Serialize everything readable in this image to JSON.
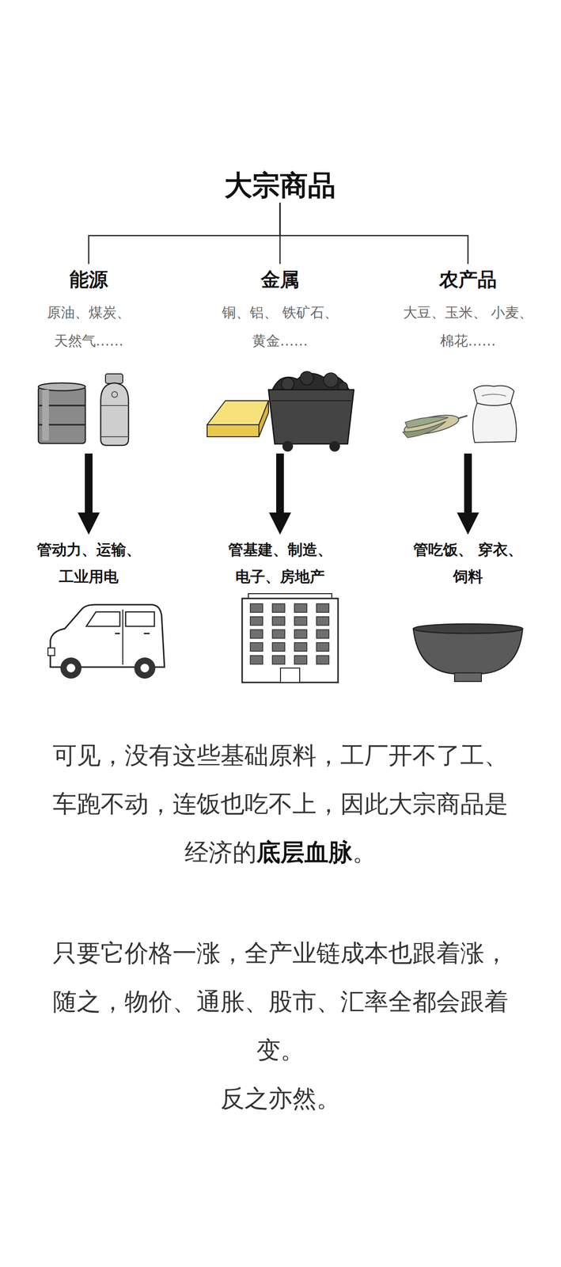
{
  "diagram": {
    "nodes": [
      {
        "text": [
          "大宗商品"
        ]
      },
      {
        "text": [
          "能源",
          "原油、煤炭、 天然气……"
        ]
      },
      {
        "text": [
          "金属",
          "铜、铝、 铁矿石、黄金……"
        ]
      },
      {
        "text": [
          "农产品",
          "大豆、玉米、 小麦、棉花……"
        ]
      },
      {
        "text": [
          "管动力、运输、 工业用电"
        ]
      },
      {
        "text": [
          "管基建、制造、 电子、房地产"
        ]
      },
      {
        "text": [
          "管吃饭、 穿衣、饲料"
        ]
      }
    ],
    "edges": [
      {
        "from": 0,
        "to": 1,
        "arrow": "none"
      },
      {
        "from": 0,
        "to": 2,
        "arrow": "none"
      },
      {
        "from": 0,
        "to": 3,
        "arrow": "none"
      },
      {
        "from": 1,
        "to": 4,
        "arrow": "to"
      },
      {
        "from": 2,
        "to": 5,
        "arrow": "to"
      },
      {
        "from": 3,
        "to": 6,
        "arrow": "to"
      }
    ],
    "labels": [
      "可见，没有这些基础原料，工厂开不了工、车跑不动，连饭也吃不上，因此大宗商品是经济的",
      "底层血脉",
      "。",
      "只要它价格一涨，全产业链成本也跟着涨，随之，物价、通胀、股市、汇率全都会跟着变。",
      "反之亦然。"
    ]
  }
}
